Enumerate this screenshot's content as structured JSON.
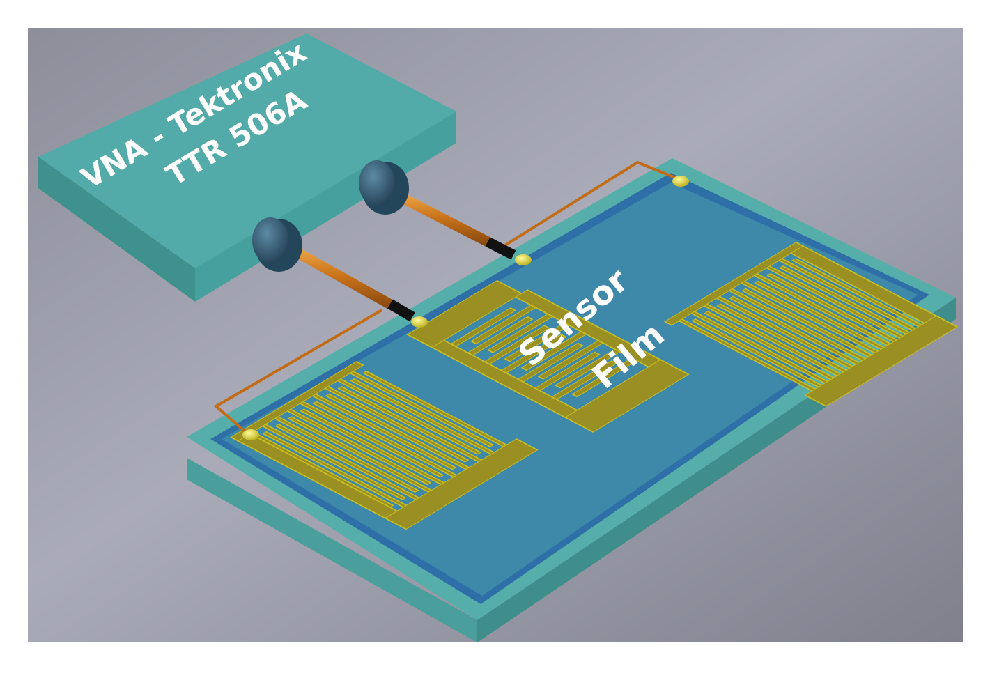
{
  "device": {
    "line1": "VNA - Tektronix",
    "line2": "TTR 506A"
  },
  "sensor": {
    "line1": "Sensor",
    "line2": "Film"
  },
  "colors": {
    "background_light": "#a9aab8",
    "background_dark": "#8a8b97",
    "device_top": "#4fa8a5",
    "device_side": "#3f908d",
    "substrate": "#52aaa7",
    "film": "#3e87a8",
    "film_edge": "#2f6fa7",
    "electrode": "#9a8f22",
    "electrode_edge": "#c9bd22",
    "cable": "#c9731a",
    "connector": "#2e5872",
    "solder": "#d8d23a"
  }
}
